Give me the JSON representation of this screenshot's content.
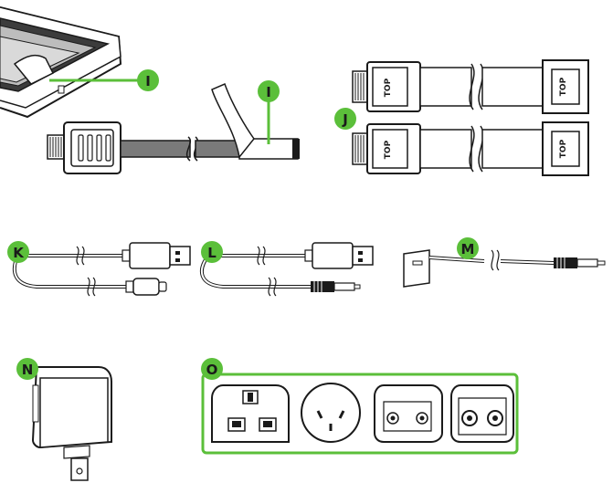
{
  "labels": {
    "i_a": "I",
    "i_b": "I",
    "j": "J",
    "k": "K",
    "l": "L",
    "m": "M",
    "n": "N",
    "o": "O"
  },
  "connector_text": {
    "top_1": "TOP",
    "top_2": "TOP",
    "top_3": "TOP",
    "top_4": "TOP"
  },
  "colors": {
    "accent": "#5bbf3a",
    "stroke": "#1a1a1a",
    "gray": "#7a7a7a",
    "light_gray": "#cfcfcf"
  }
}
